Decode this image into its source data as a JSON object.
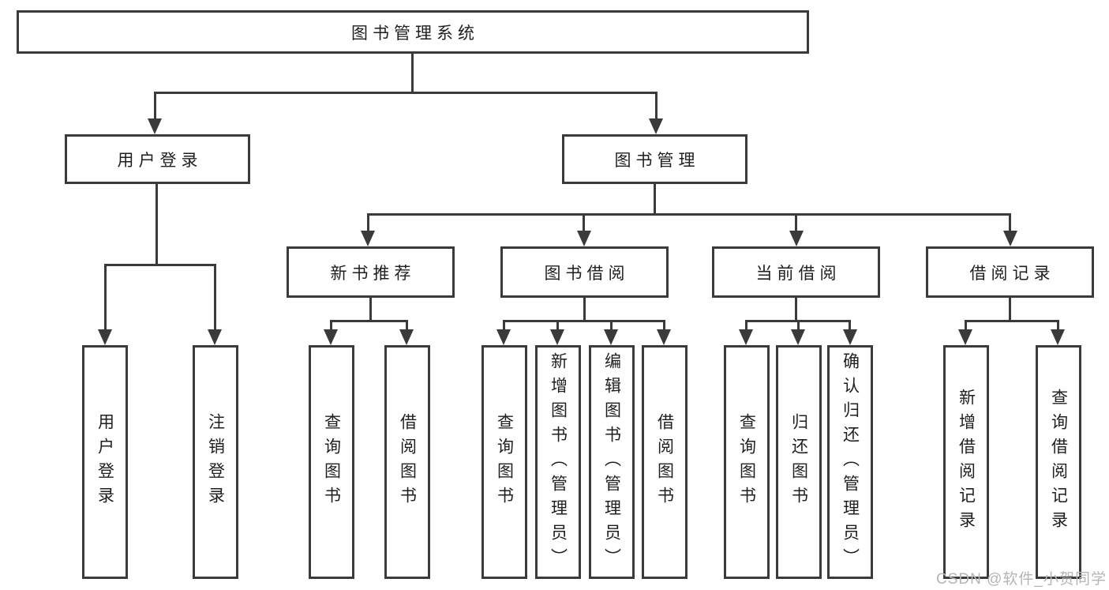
{
  "diagram": {
    "root": {
      "label": "图书管理系统"
    },
    "level2": [
      {
        "label": "用户登录",
        "children": [
          {
            "label": "用户登录"
          },
          {
            "label": "注销登录"
          }
        ]
      },
      {
        "label": "图书管理",
        "children": [
          {
            "label": "新书推荐",
            "children": [
              {
                "label": "查询图书"
              },
              {
                "label": "借阅图书"
              }
            ]
          },
          {
            "label": "图书借阅",
            "children": [
              {
                "label": "查询图书"
              },
              {
                "label": "新增图书（管理员）"
              },
              {
                "label": "编辑图书（管理员）"
              },
              {
                "label": "借阅图书"
              }
            ]
          },
          {
            "label": "当前借阅",
            "children": [
              {
                "label": "查询图书"
              },
              {
                "label": "归还图书"
              },
              {
                "label": "确认归还（管理员）"
              }
            ]
          },
          {
            "label": "借阅记录",
            "children": [
              {
                "label": "新增借阅记录"
              },
              {
                "label": "查询借阅记录"
              }
            ]
          }
        ]
      }
    ]
  },
  "watermark": {
    "text": "CSDN @软件_小贺同学"
  }
}
